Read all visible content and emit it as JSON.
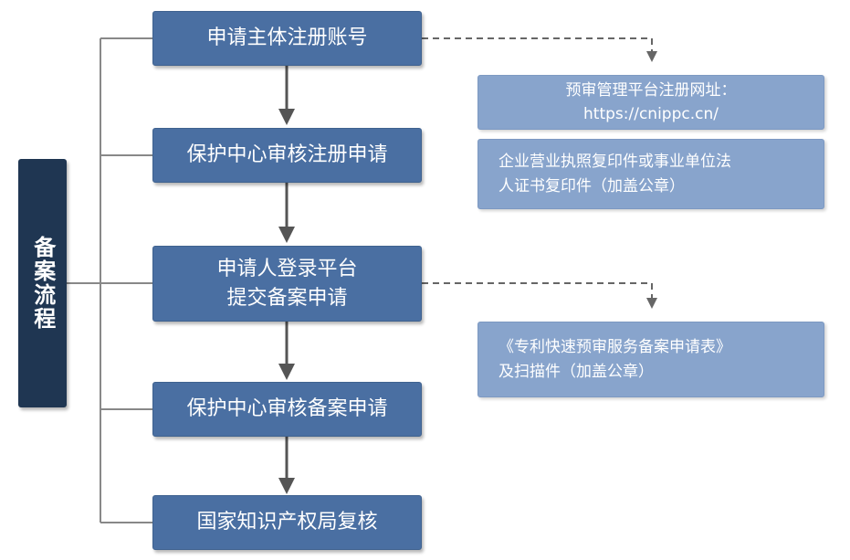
{
  "side_label": "备案流程",
  "steps": [
    {
      "label": "申请主体注册账号"
    },
    {
      "label": "保护中心审核注册申请"
    },
    {
      "label": "申请人登录平台\n提交备案申请"
    },
    {
      "label": "保护中心审核备案申请"
    },
    {
      "label": "国家知识产权局复核"
    }
  ],
  "notes": [
    {
      "text": "预审管理平台注册网址：\nhttps://cnippc.cn/"
    },
    {
      "text": "企业营业执照复印件或事业单位法\n人证书复印件（加盖公章）"
    },
    {
      "text": "《专利快速预审服务备案申请表》\n及扫描件（加盖公章）"
    }
  ],
  "colors": {
    "step_fill": "#4a6fa2",
    "note_fill": "#88a4cc",
    "side_fill": "#1f3652",
    "arrow": "#555555",
    "connector": "#888888"
  }
}
